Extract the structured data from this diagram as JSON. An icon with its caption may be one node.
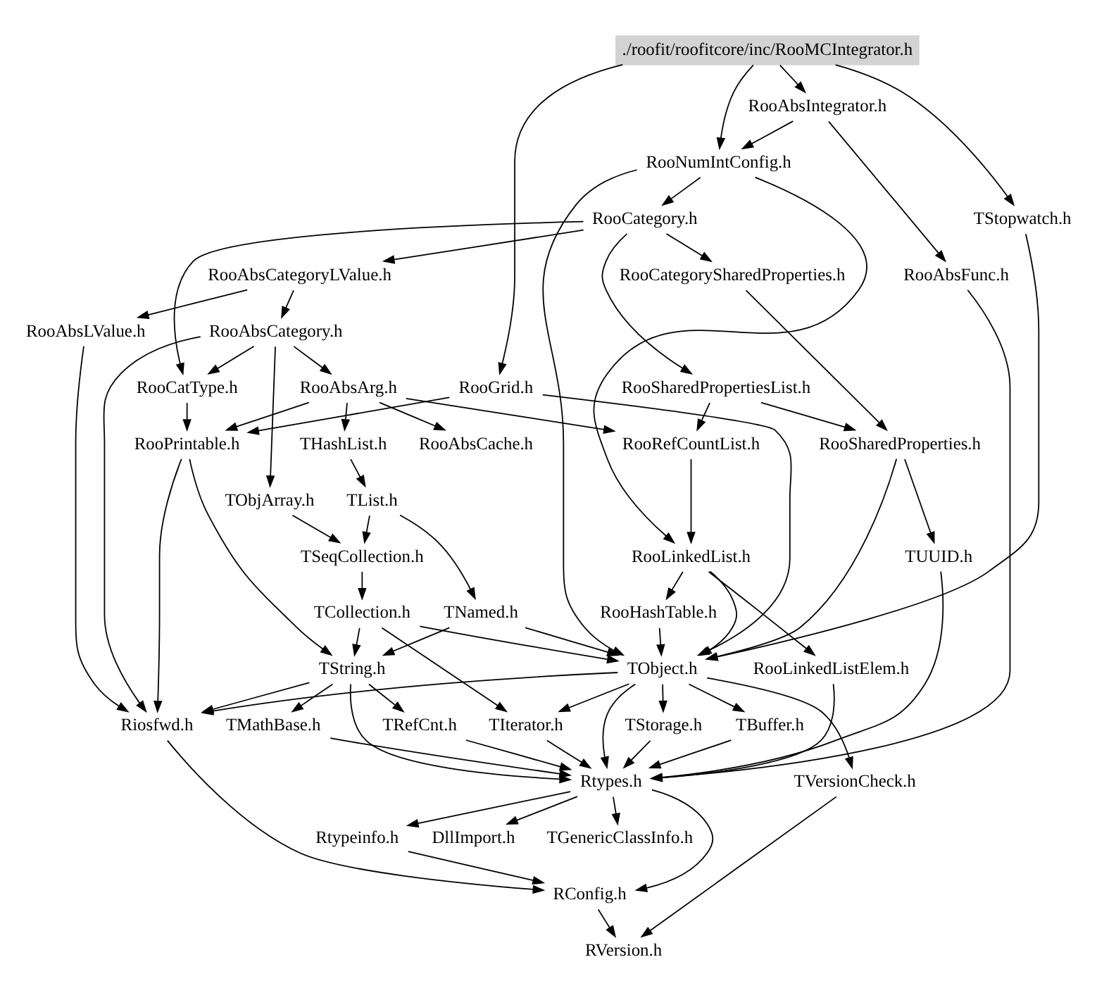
{
  "diagram": {
    "nodes": [
      {
        "text": [
          "./roofit/roofitcore/inc/RooMCIntegrator.h"
        ]
      },
      {
        "text": [
          "RooAbsIntegrator.h"
        ]
      },
      {
        "text": [
          "RooNumIntConfig.h"
        ]
      },
      {
        "text": [
          "TStopwatch.h"
        ]
      },
      {
        "text": [
          "RooCategory.h"
        ]
      },
      {
        "text": [
          "RooAbsFunc.h"
        ]
      },
      {
        "text": [
          "RooAbsCategoryLValue.h"
        ]
      },
      {
        "text": [
          "RooAbsCategory.h"
        ]
      },
      {
        "text": [
          "TObjArray.h"
        ]
      },
      {
        "text": [
          "RooAbsArg.h"
        ]
      },
      {
        "text": [
          "THashList.h"
        ]
      },
      {
        "text": [
          "RooSharedPropertiesList.h"
        ]
      },
      {
        "text": [
          "TList.h"
        ]
      },
      {
        "text": [
          "RooRefCountList.h"
        ]
      },
      {
        "text": [
          "RooCategorySharedProperties.h"
        ]
      },
      {
        "text": [
          "RooCatType.h"
        ]
      },
      {
        "text": [
          "TSeqCollection.h"
        ]
      },
      {
        "text": [
          "RooGrid.h"
        ]
      },
      {
        "text": [
          "RooLinkedList.h"
        ]
      },
      {
        "text": [
          "RooSharedProperties.h"
        ]
      },
      {
        "text": [
          "RooPrintable.h"
        ]
      },
      {
        "text": [
          "TCollection.h"
        ]
      },
      {
        "text": [
          "TNamed.h"
        ]
      },
      {
        "text": [
          "RooHashTable.h"
        ]
      },
      {
        "text": [
          "TUUID.h"
        ]
      },
      {
        "text": [
          "RooAbsLValue.h"
        ]
      },
      {
        "text": [
          "RooAbsCache.h"
        ]
      },
      {
        "text": [
          "TString.h"
        ]
      },
      {
        "text": [
          "RooLinkedListElem.h"
        ]
      },
      {
        "text": [
          "TObject.h"
        ]
      },
      {
        "text": [
          "Riosfwd.h"
        ]
      },
      {
        "text": [
          "TIterator.h"
        ]
      },
      {
        "text": [
          "TRefCnt.h"
        ]
      },
      {
        "text": [
          "TMathBase.h"
        ]
      },
      {
        "text": [
          "TStorage.h"
        ]
      },
      {
        "text": [
          "TBuffer.h"
        ]
      },
      {
        "text": [
          "Rtypes.h"
        ]
      },
      {
        "text": [
          "TVersionCheck.h"
        ]
      },
      {
        "text": [
          "Rtypeinfo.h"
        ]
      },
      {
        "text": [
          "DllImport.h"
        ]
      },
      {
        "text": [
          "TGenericClassInfo.h"
        ]
      },
      {
        "text": [
          "RConfig.h"
        ]
      },
      {
        "text": [
          "RVersion.h"
        ]
      }
    ],
    "edges": [
      {
        "from": 0,
        "to": 1,
        "arrow": "to"
      },
      {
        "from": 0,
        "to": 2,
        "arrow": "to"
      },
      {
        "from": 0,
        "to": 3,
        "arrow": "to"
      },
      {
        "from": 0,
        "to": 17,
        "arrow": "to"
      },
      {
        "from": 1,
        "to": 2,
        "arrow": "to"
      },
      {
        "from": 1,
        "to": 5,
        "arrow": "to"
      },
      {
        "from": 2,
        "to": 4,
        "arrow": "to"
      },
      {
        "from": 2,
        "to": 18,
        "arrow": "to"
      },
      {
        "from": 2,
        "to": 29,
        "arrow": "to"
      },
      {
        "from": 3,
        "to": 29,
        "arrow": "to"
      },
      {
        "from": 4,
        "to": 6,
        "arrow": "to"
      },
      {
        "from": 4,
        "to": 15,
        "arrow": "to"
      },
      {
        "from": 4,
        "to": 11,
        "arrow": "to"
      },
      {
        "from": 4,
        "to": 14,
        "arrow": "to"
      },
      {
        "from": 5,
        "to": 36,
        "arrow": "to"
      },
      {
        "from": 6,
        "to": 7,
        "arrow": "to"
      },
      {
        "from": 6,
        "to": 25,
        "arrow": "to"
      },
      {
        "from": 7,
        "to": 8,
        "arrow": "to"
      },
      {
        "from": 7,
        "to": 9,
        "arrow": "to"
      },
      {
        "from": 7,
        "to": 15,
        "arrow": "to"
      },
      {
        "from": 7,
        "to": 30,
        "arrow": "to"
      },
      {
        "from": 8,
        "to": 16,
        "arrow": "to"
      },
      {
        "from": 9,
        "to": 10,
        "arrow": "to"
      },
      {
        "from": 9,
        "to": 13,
        "arrow": "to"
      },
      {
        "from": 9,
        "to": 20,
        "arrow": "to"
      },
      {
        "from": 9,
        "to": 26,
        "arrow": "to"
      },
      {
        "from": 10,
        "to": 12,
        "arrow": "to"
      },
      {
        "from": 11,
        "to": 13,
        "arrow": "to"
      },
      {
        "from": 11,
        "to": 19,
        "arrow": "to"
      },
      {
        "from": 12,
        "to": 16,
        "arrow": "to"
      },
      {
        "from": 12,
        "to": 22,
        "arrow": "to"
      },
      {
        "from": 13,
        "to": 18,
        "arrow": "to"
      },
      {
        "from": 14,
        "to": 19,
        "arrow": "to"
      },
      {
        "from": 15,
        "to": 20,
        "arrow": "to"
      },
      {
        "from": 16,
        "to": 21,
        "arrow": "to"
      },
      {
        "from": 17,
        "to": 20,
        "arrow": "to"
      },
      {
        "from": 17,
        "to": 29,
        "arrow": "to"
      },
      {
        "from": 18,
        "to": 23,
        "arrow": "to"
      },
      {
        "from": 18,
        "to": 28,
        "arrow": "to"
      },
      {
        "from": 18,
        "to": 29,
        "arrow": "to"
      },
      {
        "from": 19,
        "to": 24,
        "arrow": "to"
      },
      {
        "from": 19,
        "to": 29,
        "arrow": "to"
      },
      {
        "from": 20,
        "to": 27,
        "arrow": "to"
      },
      {
        "from": 20,
        "to": 30,
        "arrow": "to"
      },
      {
        "from": 21,
        "to": 29,
        "arrow": "to"
      },
      {
        "from": 21,
        "to": 27,
        "arrow": "to"
      },
      {
        "from": 21,
        "to": 31,
        "arrow": "to"
      },
      {
        "from": 22,
        "to": 27,
        "arrow": "to"
      },
      {
        "from": 22,
        "to": 29,
        "arrow": "to"
      },
      {
        "from": 23,
        "to": 29,
        "arrow": "to"
      },
      {
        "from": 24,
        "to": 36,
        "arrow": "to"
      },
      {
        "from": 25,
        "to": 30,
        "arrow": "to"
      },
      {
        "from": 27,
        "to": 30,
        "arrow": "to"
      },
      {
        "from": 27,
        "to": 32,
        "arrow": "to"
      },
      {
        "from": 27,
        "to": 33,
        "arrow": "to"
      },
      {
        "from": 27,
        "to": 36,
        "arrow": "to"
      },
      {
        "from": 28,
        "to": 36,
        "arrow": "to"
      },
      {
        "from": 29,
        "to": 30,
        "arrow": "to"
      },
      {
        "from": 29,
        "to": 31,
        "arrow": "to"
      },
      {
        "from": 29,
        "to": 34,
        "arrow": "to"
      },
      {
        "from": 29,
        "to": 35,
        "arrow": "to"
      },
      {
        "from": 29,
        "to": 36,
        "arrow": "to"
      },
      {
        "from": 29,
        "to": 37,
        "arrow": "to"
      },
      {
        "from": 31,
        "to": 36,
        "arrow": "to"
      },
      {
        "from": 32,
        "to": 36,
        "arrow": "to"
      },
      {
        "from": 33,
        "to": 36,
        "arrow": "to"
      },
      {
        "from": 34,
        "to": 36,
        "arrow": "to"
      },
      {
        "from": 35,
        "to": 36,
        "arrow": "to"
      },
      {
        "from": 36,
        "to": 38,
        "arrow": "to"
      },
      {
        "from": 36,
        "to": 39,
        "arrow": "to"
      },
      {
        "from": 36,
        "to": 40,
        "arrow": "to"
      },
      {
        "from": 36,
        "to": 41,
        "arrow": "to"
      },
      {
        "from": 37,
        "to": 42,
        "arrow": "to"
      },
      {
        "from": 38,
        "to": 41,
        "arrow": "to"
      },
      {
        "from": 30,
        "to": 41,
        "arrow": "to"
      },
      {
        "from": 41,
        "to": 42,
        "arrow": "to"
      }
    ]
  }
}
